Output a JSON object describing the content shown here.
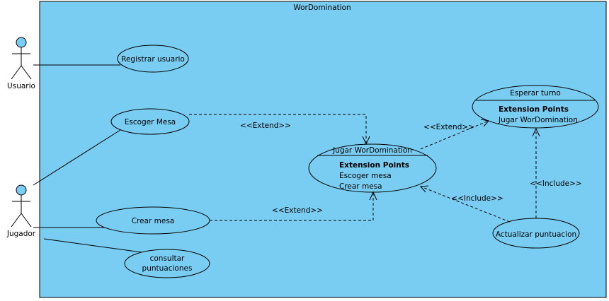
{
  "system": {
    "title": "WorDomination"
  },
  "actors": {
    "usuario": "Usuario",
    "jugador": "Jugador"
  },
  "usecases": {
    "registrar": "Registrar usuario",
    "escoger": "Escoger Mesa",
    "crear": "Crear mesa",
    "consultar_1": "consultar",
    "consultar_2": "puntuaciones",
    "jugar": {
      "title": "Jugar WorDomination",
      "ep_header": "Extension Points",
      "ep_items": [
        "Escoger mesa",
        "Crear mesa"
      ]
    },
    "esperar": {
      "title": "Esperar turno",
      "ep_header": "Extension Points",
      "ep_items": [
        "Jugar WorDomination"
      ]
    },
    "actualizar": "Actualizar puntuacion"
  },
  "relations": {
    "extend_escoger": "<<Extend>>",
    "extend_crear": "<<Extend>>",
    "extend_esperar": "<<Extend>>",
    "include_jugar": "<<Include>>",
    "include_esperar": "<<Include>>"
  },
  "colors": {
    "system_fill": "#7acdf2",
    "usecase_fill": "#7acdf2",
    "actor_head": "#7acdf2",
    "line": "#000000"
  }
}
